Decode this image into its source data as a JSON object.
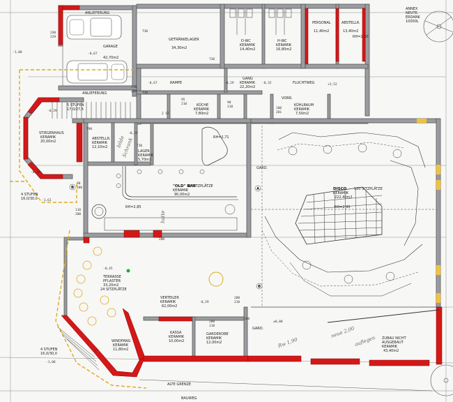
{
  "plan": {
    "rooms": [
      {
        "id": "anlieferung",
        "text": "ANLIEFERUNG"
      },
      {
        "id": "garage",
        "text": "GARAGE"
      },
      {
        "id": "garage_area",
        "text": "42,70m2"
      },
      {
        "id": "getraenkelager",
        "text": "GETRÄNKELAGER"
      },
      {
        "id": "getraenkelager_area",
        "text": "34,30m2"
      },
      {
        "id": "d_wc",
        "text": "D-WC"
      },
      {
        "id": "d_wc_floor",
        "text": "KERAMIK"
      },
      {
        "id": "d_wc_area",
        "text": "14,40m2"
      },
      {
        "id": "h_wc",
        "text": "H-WC"
      },
      {
        "id": "h_wc_floor",
        "text": "KERAMIK"
      },
      {
        "id": "h_wc_area",
        "text": "16,80m2"
      },
      {
        "id": "personal",
        "text": "PERSONAL"
      },
      {
        "id": "personal_area",
        "text": "11,40m2"
      },
      {
        "id": "abstellr",
        "text": "ABSTELLR."
      },
      {
        "id": "abstellr_area",
        "text": "13,40m2"
      },
      {
        "id": "rampe",
        "text": "RAMPE"
      },
      {
        "id": "gang",
        "text": "GANG"
      },
      {
        "id": "gang_floor",
        "text": "KERAMIK"
      },
      {
        "id": "gang_area",
        "text": "22,20m2"
      },
      {
        "id": "fluchtweg",
        "text": "FLUCHTWEG"
      },
      {
        "id": "kueche",
        "text": "KÜCHE"
      },
      {
        "id": "kueche_floor",
        "text": "KERAMIK"
      },
      {
        "id": "kueche_area",
        "text": "7,80m2"
      },
      {
        "id": "kuehlraum",
        "text": "KÜHLRAUM"
      },
      {
        "id": "kuehlraum_floor",
        "text": "KERAMIK"
      },
      {
        "id": "kuehlraum_area",
        "text": "7,50m2"
      },
      {
        "id": "vorr",
        "text": "VORR."
      },
      {
        "id": "stiegenhaus",
        "text": "STIEGENHAUS"
      },
      {
        "id": "stiegenhaus_floor",
        "text": "KERAMIK"
      },
      {
        "id": "stiegenhaus_area",
        "text": "20,00m2"
      },
      {
        "id": "abstellr2",
        "text": "ABSTELLR."
      },
      {
        "id": "abstellr2_floor",
        "text": "KERAMIK"
      },
      {
        "id": "abstellr2_area",
        "text": "12,10m2"
      },
      {
        "id": "lager",
        "text": "LAGER"
      },
      {
        "id": "lager_floor",
        "text": "KERAMIK"
      },
      {
        "id": "lager_area",
        "text": "5,70m2"
      },
      {
        "id": "bar",
        "text": "\"OLD\" BAR"
      },
      {
        "id": "bar_floor",
        "text": "KERAMIK"
      },
      {
        "id": "bar_seats",
        "text": "31 SITZPLÄTZE"
      },
      {
        "id": "bar_area",
        "text": "90,00m2"
      },
      {
        "id": "disco",
        "text": "DISCO"
      },
      {
        "id": "disco_floor",
        "text": "KERAMIK"
      },
      {
        "id": "disco_seats",
        "text": "120 SITZPLÄTZE"
      },
      {
        "id": "disco_area",
        "text": "222,40m2"
      },
      {
        "id": "terrasse",
        "text": "TERRASSE"
      },
      {
        "id": "terrasse_floor",
        "text": "PFLASTER"
      },
      {
        "id": "terrasse_area",
        "text": "33,20m2"
      },
      {
        "id": "terrasse_seats",
        "text": "24 SITZPLÄTZE"
      },
      {
        "id": "verteiler",
        "text": "VERTEILER"
      },
      {
        "id": "verteiler_floor",
        "text": "KERAMIK"
      },
      {
        "id": "verteiler_area",
        "text": "62,00m2"
      },
      {
        "id": "windfang",
        "text": "WINDFANG"
      },
      {
        "id": "windfang_floor",
        "text": "KERAMIK"
      },
      {
        "id": "windfang_area",
        "text": "11,80m2"
      },
      {
        "id": "kassa",
        "text": "KASSA"
      },
      {
        "id": "kassa_floor",
        "text": "KERAMIK"
      },
      {
        "id": "kassa_area",
        "text": "10,00m2"
      },
      {
        "id": "garderobe",
        "text": "GARDEROBE"
      },
      {
        "id": "garderobe_floor",
        "text": "KERAMIK"
      },
      {
        "id": "garderobe_area",
        "text": "12,00m2"
      },
      {
        "id": "zubau",
        "text": "ZUBAU NICHT"
      },
      {
        "id": "zubau2",
        "text": "AUSGEBAUT"
      },
      {
        "id": "zubau_floor",
        "text": "KERAMIK"
      },
      {
        "id": "zubau_area",
        "text": "43,40m2"
      },
      {
        "id": "anlieferung2",
        "text": "ANLIEFERUNG"
      },
      {
        "id": "stufen_top",
        "text": "5 STUFEN"
      },
      {
        "id": "stufen_top_dim",
        "text": "17,0/27,5"
      },
      {
        "id": "stufen_left",
        "text": "4 STUFEN"
      },
      {
        "id": "stufen_left_dim",
        "text": "16,0/30,0"
      },
      {
        "id": "stufen_bottom",
        "text": "4 STUFEN"
      },
      {
        "id": "stufen_bottom_dim",
        "text": "16,0/30,0"
      },
      {
        "id": "alte_grenze",
        "text": "ALTE GRENZE"
      },
      {
        "id": "bauweg",
        "text": "BAUWEG"
      },
      {
        "id": "annex",
        "text": "ANNEX"
      },
      {
        "id": "annex2",
        "text": "NEUTE."
      },
      {
        "id": "annex3",
        "text": "ERDANK"
      },
      {
        "id": "annex4",
        "text": "10000L"
      },
      {
        "id": "gard",
        "text": "GARD."
      },
      {
        "id": "gard2",
        "text": "GARD."
      },
      {
        "id": "rh1",
        "text": "RH=2,71"
      },
      {
        "id": "rh2",
        "text": "RH=2,85"
      },
      {
        "id": "rh3",
        "text": "RH=2,90"
      },
      {
        "id": "rh4",
        "text": "RH=2,50"
      }
    ],
    "levels": [
      "-0,67",
      "-1,08",
      "-0,29",
      "-1,61",
      "-0,45",
      "-0,67",
      "-0,32",
      "+2,52",
      "-0,29",
      "±0,00",
      "-1,08",
      "-0,29",
      "-0,29",
      "-0,29"
    ],
    "dims": [
      "240",
      "229",
      "110",
      "200",
      "T30",
      "T30",
      "T30",
      "95",
      "210",
      "90",
      "210",
      "110",
      "200",
      "200",
      "210",
      "T90",
      "T30",
      "100",
      "201",
      "90",
      "200",
      "200",
      "200",
      "110",
      "200",
      "2 ST."
    ],
    "markers": [
      "B",
      "B",
      "A"
    ],
    "handwriting": [
      "bilde",
      "Schrank",
      "hatte",
      "neue 2,00",
      "auflegen",
      "Rw 1,90"
    ]
  }
}
